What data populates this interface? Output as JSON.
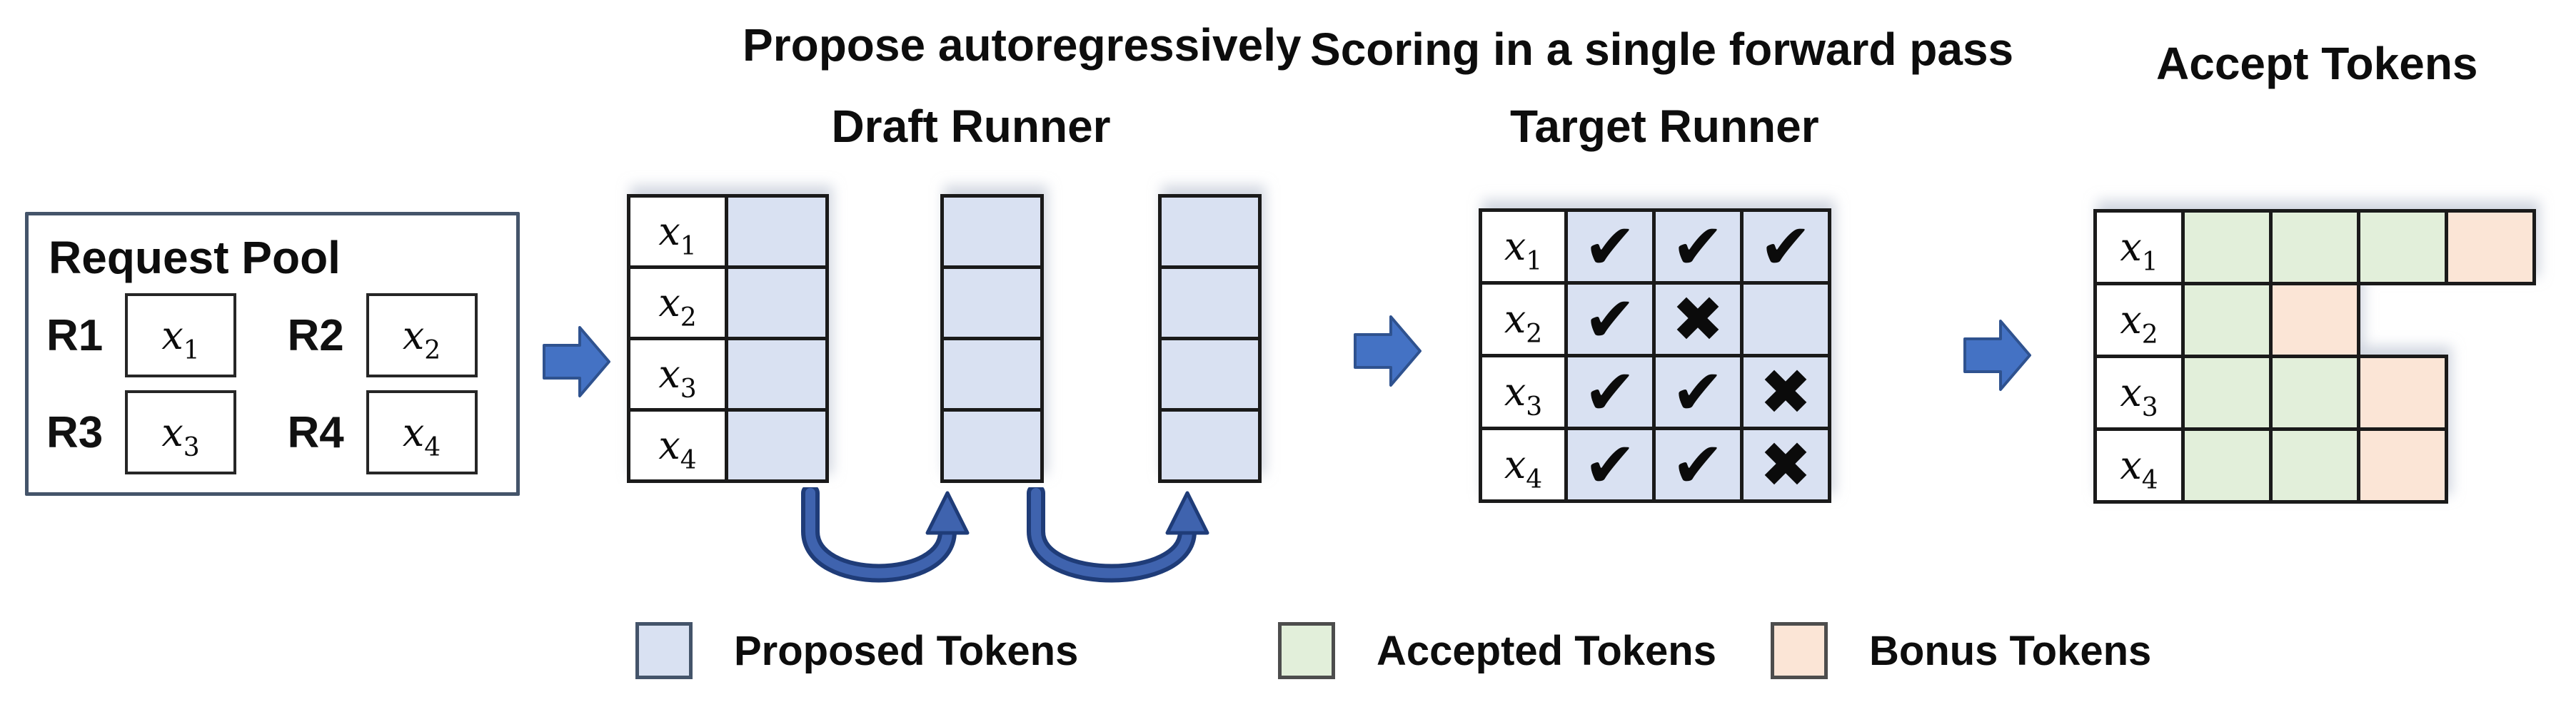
{
  "request_pool": {
    "title": "Request Pool",
    "requests": [
      {
        "label": "R1",
        "token_base": "x",
        "token_sub": "1"
      },
      {
        "label": "R2",
        "token_base": "x",
        "token_sub": "2"
      },
      {
        "label": "R3",
        "token_base": "x",
        "token_sub": "3"
      },
      {
        "label": "R4",
        "token_base": "x",
        "token_sub": "4"
      }
    ]
  },
  "draft": {
    "step_title": "Propose autoregressively",
    "runner_title": "Draft Runner",
    "row_labels": [
      {
        "base": "x",
        "sub": "1"
      },
      {
        "base": "x",
        "sub": "2"
      },
      {
        "base": "x",
        "sub": "3"
      },
      {
        "base": "x",
        "sub": "4"
      }
    ],
    "num_proposal_steps": 3
  },
  "target": {
    "step_title": "Scoring in a single forward pass",
    "runner_title": "Target Runner",
    "row_labels": [
      {
        "base": "x",
        "sub": "1"
      },
      {
        "base": "x",
        "sub": "2"
      },
      {
        "base": "x",
        "sub": "3"
      },
      {
        "base": "x",
        "sub": "4"
      }
    ],
    "marks": [
      [
        "check",
        "check",
        "check"
      ],
      [
        "check",
        "cross",
        "none"
      ],
      [
        "check",
        "check",
        "cross"
      ],
      [
        "check",
        "check",
        "cross"
      ]
    ]
  },
  "accept": {
    "title": "Accept Tokens",
    "row_labels": [
      {
        "base": "x",
        "sub": "1"
      },
      {
        "base": "x",
        "sub": "2"
      },
      {
        "base": "x",
        "sub": "3"
      },
      {
        "base": "x",
        "sub": "4"
      }
    ],
    "cells": [
      [
        "accepted",
        "accepted",
        "accepted",
        "bonus"
      ],
      [
        "accepted",
        "bonus"
      ],
      [
        "accepted",
        "accepted",
        "bonus"
      ],
      [
        "accepted",
        "accepted",
        "bonus"
      ]
    ]
  },
  "legend": {
    "items": [
      {
        "label": "Proposed Tokens",
        "color": "#d9e1f2",
        "swatch_border": "#44546a"
      },
      {
        "label": "Accepted Tokens",
        "color": "#e2efda",
        "swatch_border": "#4d4d4d"
      },
      {
        "label": "Bonus Tokens",
        "color": "#fbe5d6",
        "swatch_border": "#4d4d4d"
      }
    ]
  },
  "glyphs": {
    "check": "✔",
    "cross": "✖",
    "none": ""
  },
  "colors": {
    "proposed": "#d9e1f2",
    "accepted": "#e2efda",
    "bonus": "#fbe5d6",
    "arrow_fill": "#4472c4",
    "arrow_stroke": "#2f528f",
    "loop_arrow_fill": "#3f63ae",
    "loop_arrow_stroke": "#1f3c78",
    "grid_border": "#1a1a1a",
    "pool_border": "#44546a"
  }
}
